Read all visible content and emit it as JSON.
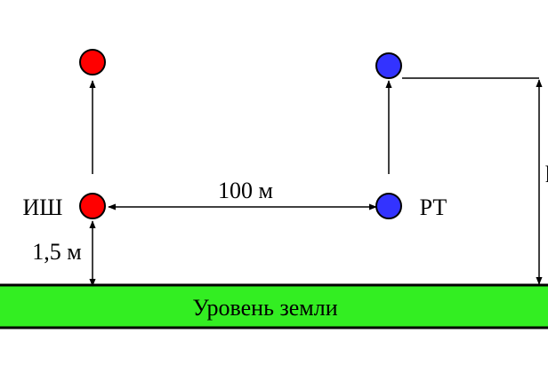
{
  "labels": {
    "source": "ИШ",
    "point": "РТ",
    "distance": "100 м",
    "height": "1,5 м",
    "ground": "Уровень земли",
    "right_edge_fragment": "h"
  },
  "colors": {
    "source_fill": "#ff0000",
    "point_fill": "#3333ff",
    "ground_fill": "#33ee22",
    "line": "#000000"
  }
}
